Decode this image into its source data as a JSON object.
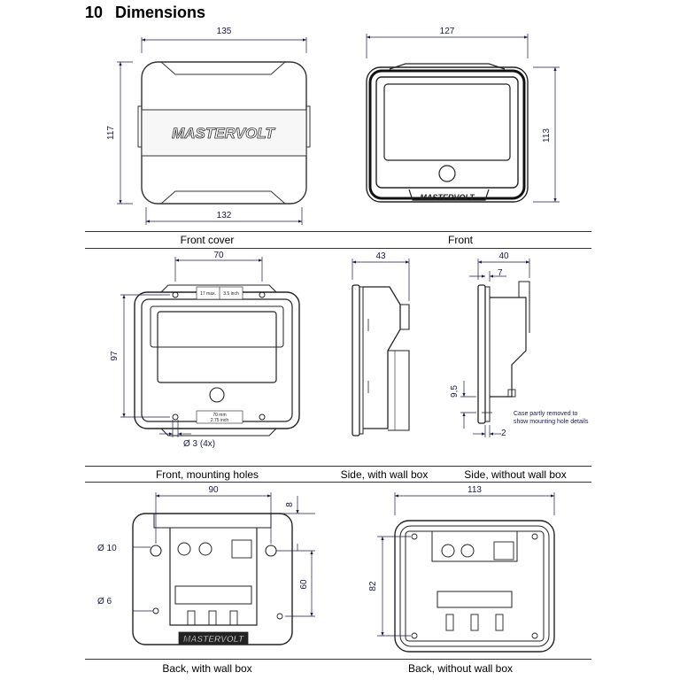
{
  "section": {
    "number": "10",
    "title": "Dimensions"
  },
  "brand": "MASTERVOLT",
  "captions": {
    "front_cover": "Front cover",
    "front": "Front",
    "front_mounting": "Front, mounting holes",
    "side_wall_box": "Side, with wall box",
    "side_no_wall_box": "Side, without wall box",
    "back_wall_box": "Back, with wall box",
    "back_no_wall_box": "Back, without wall box"
  },
  "dimensions": {
    "front_cover_width_top": "135",
    "front_cover_height": "117",
    "front_cover_width_bottom": "132",
    "front_width": "127",
    "front_height": "113",
    "mount_spacing": "70",
    "mount_height": "97",
    "mount_hole": "Ø  3 (4x)",
    "side_wall_depth": "43",
    "side_depth": "40",
    "side_offset_7": "7",
    "side_offset_95": "9,5",
    "side_offset_2": "2",
    "back_spacing": "90",
    "back_offset_8": "8",
    "back_hole_10": "Ø  10",
    "back_hole_6": "Ø  6",
    "back_height_60": "60",
    "back2_width": "113",
    "back2_height": "82"
  },
  "notes": {
    "case_note_line1": "Case partly removed to",
    "case_note_line2": "show mounting hole details",
    "label_17max": "17 max.",
    "label_inch_top": "3.5 inch",
    "label_70mm": "70 mm",
    "label_inch_bottom": "2.75 inch"
  }
}
